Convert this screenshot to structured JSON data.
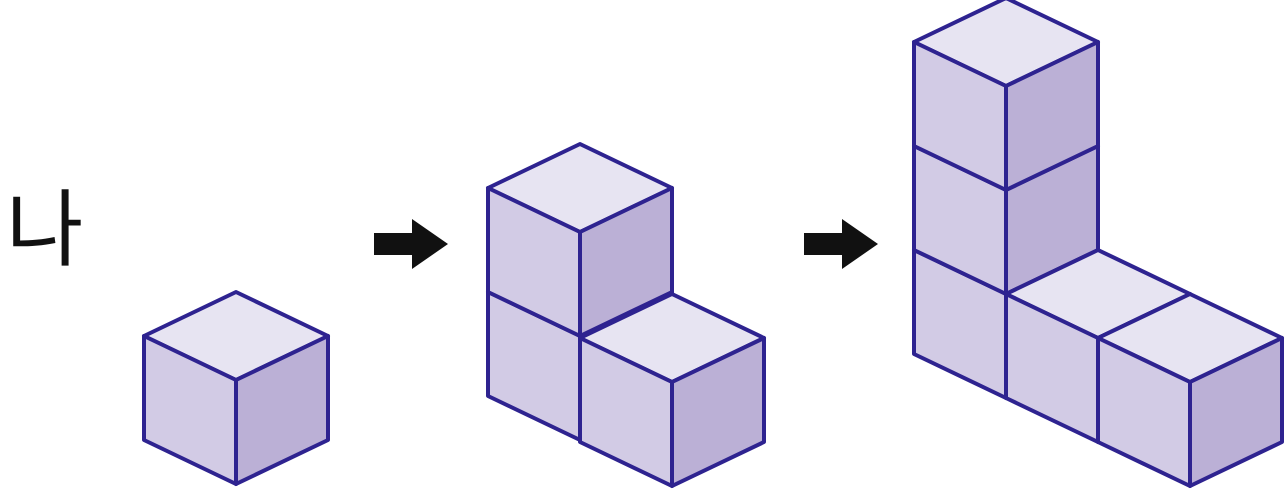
{
  "label": "나",
  "colors": {
    "stroke": "#2e2390",
    "top": "#e7e4f2",
    "left": "#d2cbe5",
    "right": "#bbb0d6",
    "arrow": "#111111"
  },
  "stages": [
    {
      "name": "stage-1",
      "cubes": 1
    },
    {
      "name": "stage-2",
      "cubes": 3
    },
    {
      "name": "stage-3",
      "cubes": 5
    }
  ]
}
